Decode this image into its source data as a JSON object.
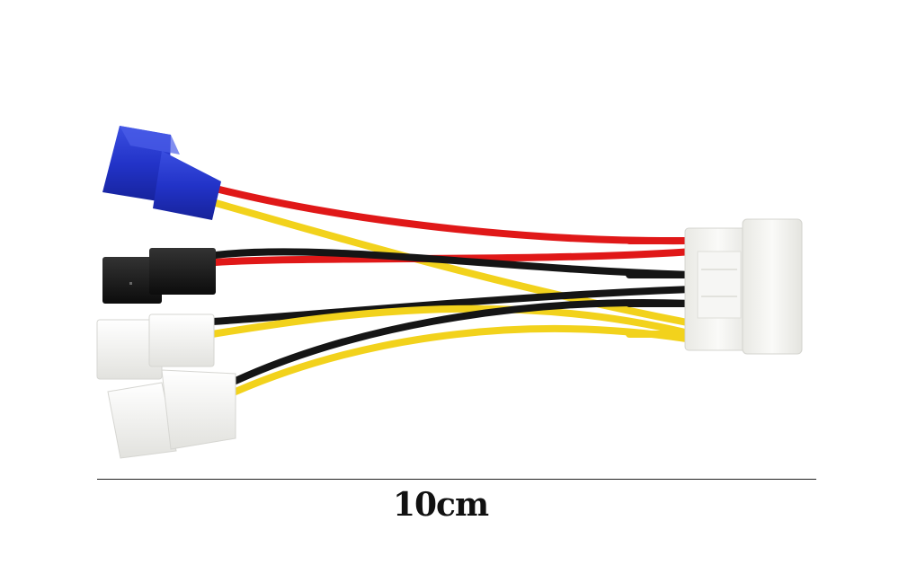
{
  "photo": {
    "subject": "fan-power-splitter-cable",
    "colors": {
      "background": "#ffffff",
      "wire_red": "#e01818",
      "wire_yellow": "#f2d21c",
      "wire_black": "#151515",
      "connector_blue": "#2233c8",
      "connector_black": "#1a1a1a",
      "connector_white": "#f4f4f2",
      "molex_white": "#f1f1ee"
    },
    "connectors": [
      "blue-3pin-connector",
      "black-3pin-connector",
      "white-3pin-connector",
      "white-3pin-connector",
      "molex-4pin-connector"
    ]
  },
  "scale": {
    "label": "10cm"
  }
}
